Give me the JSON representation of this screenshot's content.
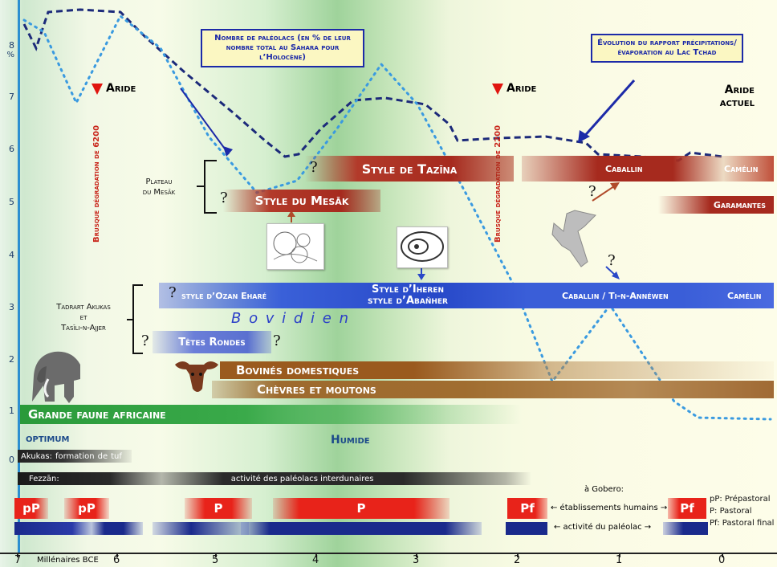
{
  "y_axis": {
    "unit": "%",
    "ticks": [
      "8",
      "7",
      "6",
      "5",
      "4",
      "3",
      "2",
      "1",
      "0"
    ]
  },
  "x_axis": {
    "ticks": [
      "7",
      "6",
      "5",
      "4",
      "3",
      "2",
      "1",
      "0"
    ],
    "title": "Millénaires BCE"
  },
  "callouts": {
    "paleolacs": "Nombre de paléolacs (en %  de leur nombre total au Sahara pour l’Holocène)",
    "tchad": "Évolution du rapport précipitations/évaporation au Lac Tchad"
  },
  "arid": {
    "left": "Aride",
    "mid": "Aride",
    "right_line1": "Aride",
    "right_line2": "actuel"
  },
  "degradation": {
    "d6200": "Brusque dégradation de 6200",
    "d2200": "Brusque dégradation de 2200"
  },
  "groups": {
    "mesak_line1": "Plateau",
    "mesak_line2": "du Mesāk",
    "akukas_line1": "Tadrart Akukas",
    "akukas_line2": "et",
    "akukas_line3": "Tasīli-n-Ajjer"
  },
  "bands": {
    "tazina": "Style de Tazīna",
    "caballin_top": "Caballin",
    "camelin_top": "Camélin",
    "garamantes": "Garamantes",
    "mesak": "Style du Mesāk",
    "ozan": "style d’Ozan Eharé",
    "iheren1": "Style d’Iheren",
    "iheren2": "style d’Abaňher",
    "caballin_mid": "Caballin / Ti-n-Annéwen",
    "camelin_mid": "Camélin",
    "bovidien": "B o v i d i e n",
    "tetes": "Têtes Rondes",
    "bovines": "Bovinés domestiques",
    "chevres": "Chèvres et moutons",
    "faune": "Grande faune africaine"
  },
  "question_mark": "?",
  "periods": {
    "optimum": "optimum",
    "humide": "Humide"
  },
  "rows": {
    "akukas_prefix": "Akukas:",
    "akukas_text1": "formation",
    "akukas_text2": "de",
    "akukas_text3": "tuf",
    "fezzan_prefix": "Fezzān:",
    "fezzan_text": "activité des paléolacs interdunaires"
  },
  "gobero": {
    "title": "à Gobero:",
    "etab": "← établissements humains →",
    "activite": "← activité du paléolac →"
  },
  "pills": [
    "pP",
    "pP",
    "P",
    "P",
    "Pf",
    "Pf"
  ],
  "legend": [
    "pP: Prépastoral",
    "P: Pastoral",
    "Pf: Pastoral final"
  ],
  "colors": {
    "red": "#e8231a",
    "blue": "#1a2a8c",
    "dashed": "#1c2a7a",
    "dotted": "#3a9ae0"
  }
}
